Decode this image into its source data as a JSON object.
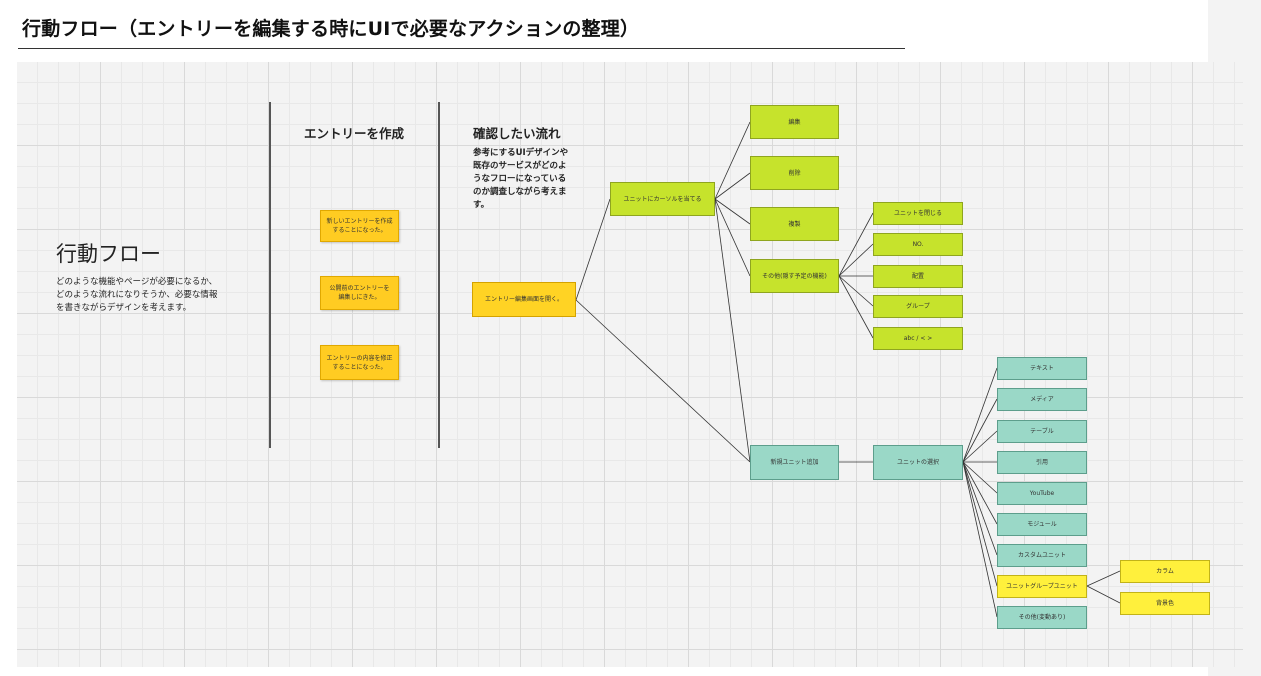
{
  "page": {
    "title": "行動フロー（エントリーを編集する時にUIで必要なアクションの整理）"
  },
  "intro": {
    "heading": "行動フロー",
    "description_lines": [
      "どのような機能やページが必要になるか、",
      "どのような流れになりそうか、必要な情報",
      "を書きながらデザインを考えます。"
    ]
  },
  "column_create": {
    "heading": "エントリーを作成",
    "stickies": [
      {
        "line1": "新しいエントリーを作成",
        "line2": "することになった。"
      },
      {
        "line1": "公開前のエントリーを",
        "line2": "編集しにきた。"
      },
      {
        "line1": "エントリーの内容を修正",
        "line2": "することになった。"
      }
    ]
  },
  "column_flow": {
    "heading": "確認したい流れ",
    "description_lines": [
      "参考にするUIデザインや",
      "既存のサービスがどのよ",
      "うなフローになっている",
      "のか調査しながら考えま",
      "す。"
    ]
  },
  "flow": {
    "root": "エントリー編集画面を開く。",
    "hover": "ユニットにカーソルを当てる",
    "actions": [
      "編集",
      "削除",
      "複製",
      "その他(隠す予定の機能)"
    ],
    "other_options": [
      "ユニットを閉じる",
      "NO.",
      "配置",
      "グループ",
      "abc / < >"
    ],
    "add_unit": "新規ユニット追加",
    "select_unit": "ユニットの選択",
    "unit_types": [
      "テキスト",
      "メディア",
      "テーブル",
      "引用",
      "YouTube",
      "モジュール",
      "カスタムユニット",
      "ユニットグループユニット",
      "その他(変動あり)"
    ],
    "group_options": [
      "カラム",
      "背景色"
    ]
  },
  "colors": {
    "sticky": "#ffcc22",
    "action_node": "#c6e32c",
    "unit_node": "#9ad8c7",
    "highlight_node": "#fff03c",
    "board_bg": "#f3f3f3"
  }
}
